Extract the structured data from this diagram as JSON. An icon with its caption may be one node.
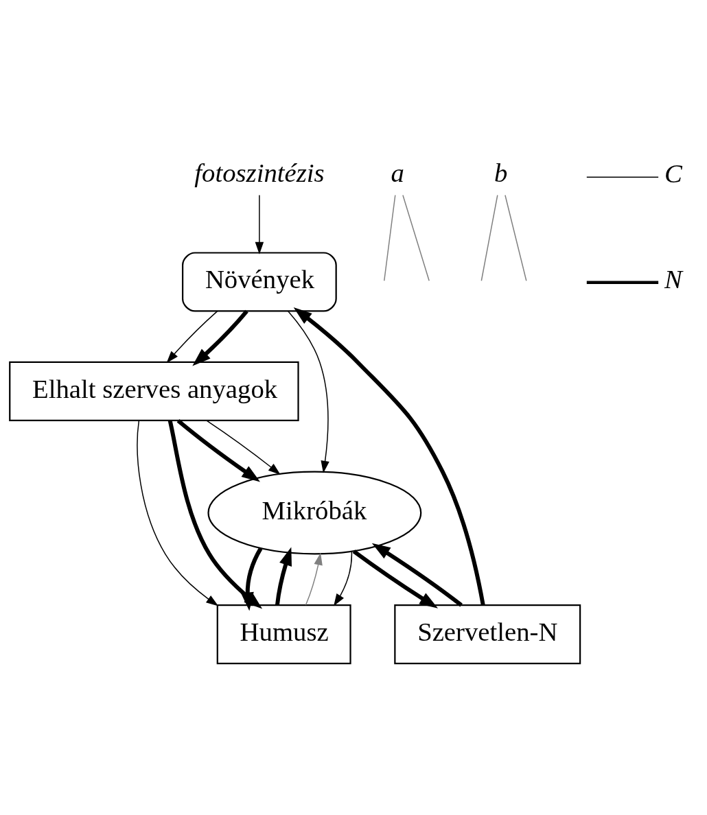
{
  "diagram": {
    "nodes": [
      {
        "text": [
          "fotoszintézis"
        ]
      },
      {
        "text": [
          "Növények"
        ]
      },
      {
        "text": [
          "Szervetlen-N"
        ]
      },
      {
        "text": [
          "Mikróbák"
        ]
      },
      {
        "text": [
          "Elhalt szerves anyagok"
        ]
      },
      {
        "text": [
          "Humusz"
        ]
      },
      {
        "text": [
          "a"
        ]
      },
      {
        "text": [
          "b"
        ]
      }
    ],
    "edges": [
      {
        "from": 0,
        "to": 1,
        "arrow": "to"
      },
      {
        "from": 2,
        "to": 1,
        "arrow": "to",
        "style": "thick"
      },
      {
        "from": 2,
        "to": 3,
        "arrow": "to",
        "style": "thick"
      },
      {
        "from": 3,
        "to": 2,
        "arrow": "to",
        "style": "thick"
      },
      {
        "from": 1,
        "to": 3,
        "arrow": "to"
      },
      {
        "from": 1,
        "to": 4,
        "arrow": "to"
      },
      {
        "from": 1,
        "to": 4,
        "arrow": "to",
        "style": "thick"
      },
      {
        "from": 4,
        "to": 3,
        "arrow": "to",
        "style": "thick"
      },
      {
        "from": 4,
        "to": 3,
        "arrow": "to"
      },
      {
        "from": 3,
        "to": 5,
        "arrow": "to",
        "style": "thick"
      },
      {
        "from": 5,
        "to": 3,
        "arrow": "to",
        "style": "thick"
      },
      {
        "from": 5,
        "to": 3,
        "arrow": "to",
        "color": "#808080"
      },
      {
        "from": 3,
        "to": 5,
        "arrow": "to"
      },
      {
        "from": 4,
        "to": 5,
        "arrow": "to"
      },
      {
        "from": 4,
        "to": 5,
        "arrow": "to",
        "style": "thick"
      },
      {
        "from": 6,
        "to": null,
        "arrow": "none",
        "color": "#808080"
      },
      {
        "from": 6,
        "to": null,
        "arrow": "none",
        "color": "#808080"
      },
      {
        "from": 7,
        "to": null,
        "arrow": "none",
        "color": "#808080"
      },
      {
        "from": 7,
        "to": null,
        "arrow": "none",
        "color": "#808080"
      }
    ],
    "legend": [
      {
        "text": "C"
      },
      {
        "text": "N"
      }
    ]
  }
}
